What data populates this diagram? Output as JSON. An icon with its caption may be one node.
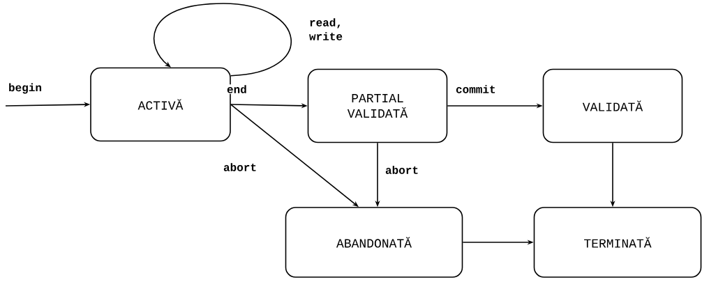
{
  "diagram": {
    "nodes": [
      {
        "text": [
          "ACTIVĂ"
        ]
      },
      {
        "text": [
          "PARTIAL VALIDATĂ"
        ]
      },
      {
        "text": [
          "VALIDATĂ"
        ]
      },
      {
        "text": [
          "ABANDONATĂ"
        ]
      },
      {
        "text": [
          "TERMINATĂ"
        ]
      }
    ],
    "edges": [
      {
        "from": null,
        "to": 0,
        "arrow": "to",
        "label": "begin"
      },
      {
        "from": 0,
        "to": 0,
        "arrow": "to",
        "label": "read, write"
      },
      {
        "from": 0,
        "to": 1,
        "arrow": "to",
        "label": "end"
      },
      {
        "from": 1,
        "to": 2,
        "arrow": "to",
        "label": "commit"
      },
      {
        "from": 0,
        "to": 3,
        "arrow": "to",
        "label": "abort"
      },
      {
        "from": 1,
        "to": 3,
        "arrow": "to",
        "label": "abort"
      },
      {
        "from": 2,
        "to": 4,
        "arrow": "to"
      },
      {
        "from": 3,
        "to": 4,
        "arrow": "to"
      }
    ]
  }
}
